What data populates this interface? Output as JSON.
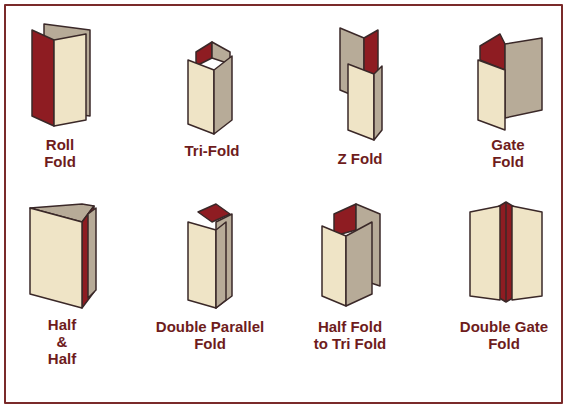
{
  "diagram": {
    "labels": [
      "Roll Fold",
      "Tri-Fold",
      "Z Fold",
      "Gate Fold",
      "Half & Half",
      "Double Parallel Fold",
      "Half Fold to Tri Fold",
      "Double Gate Fold"
    ]
  }
}
